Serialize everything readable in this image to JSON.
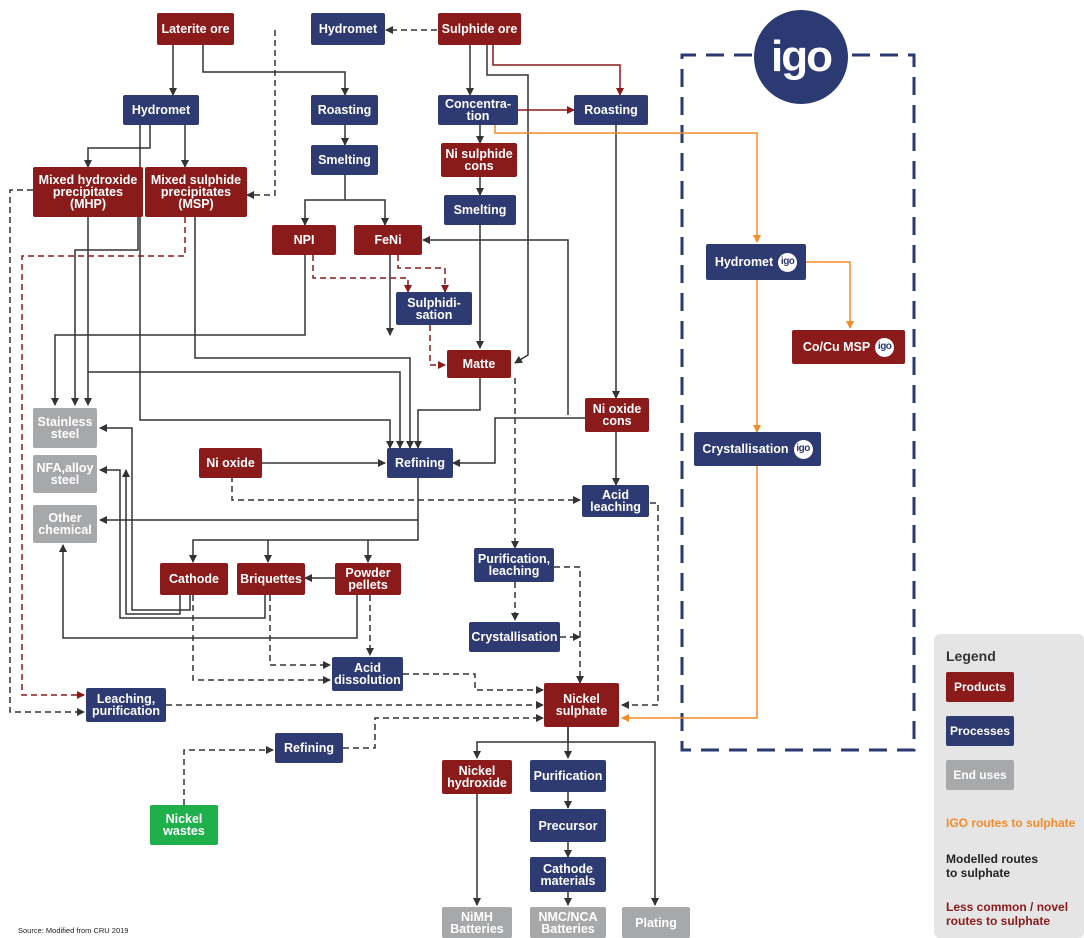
{
  "nodes": {
    "laterite_ore": "Laterite ore",
    "hydromet_top": "Hydromet",
    "sulphide_ore": "Sulphide ore",
    "hydromet_left": "Hydromet",
    "roasting_mid": "Roasting",
    "concentration": "Concentra-\ntion",
    "roasting_right": "Roasting",
    "smelting_mid": "Smelting",
    "ni_sulphide_cons": "Ni sulphide\ncons",
    "mhp": "Mixed hydroxide\nprecipitates\n(MHP)",
    "msp": "Mixed sulphide\nprecipitates\n(MSP)",
    "smelting_right": "Smelting",
    "npi": "NPI",
    "feni": "FeNi",
    "sulphidisation": "Sulphidi-\nsation",
    "matte": "Matte",
    "ni_oxide_cons": "Ni oxide\ncons",
    "stainless_steel": "Stainless\nsteel",
    "ni_oxide": "Ni oxide",
    "refining_mid": "Refining",
    "nfa_alloy_steel": "NFA,alloy\nsteel",
    "acid_leaching": "Acid\nleaching",
    "other_chemical": "Other\nchemical",
    "purification_leaching": "Purification,\nleaching",
    "cathode": "Cathode",
    "briquettes": "Briquettes",
    "powder_pellets": "Powder\npellets",
    "crystallisation_mid": "Crystallisation",
    "acid_dissolution": "Acid\ndissolution",
    "nickel_sulphate": "Nickel\nsulphate",
    "leaching_purification": "Leaching,\npurification",
    "refining_low": "Refining",
    "nickel_wastes": "Nickel\nwastes",
    "nickel_hydroxide": "Nickel\nhydroxide",
    "purification_low": "Purification",
    "precursor": "Precursor",
    "cathode_materials": "Cathode\nmaterials",
    "nimh_batteries": "NiMH\nBatteries",
    "nmc_nca_batteries": "NMC/NCA\nBatteries",
    "plating": "Plating",
    "igo_hydromet": "Hydromet",
    "igo_co_cu_msp": "Co/Cu MSP",
    "igo_crystallisation": "Crystallisation"
  },
  "igo": {
    "logo_text": "igo",
    "badge_text": "igo"
  },
  "legend": {
    "title": "Legend",
    "products": "Products",
    "processes": "Processes",
    "end_uses": "End uses",
    "igo_routes": "IGO routes to sulphate",
    "modelled_routes": "Modelled routes\nto sulphate",
    "novel_routes": "Less common / novel\nroutes to sulphate"
  },
  "source": "Source: Modified from CRU 2019",
  "colors": {
    "product": "#8b1a1a",
    "process": "#2e3a72",
    "end_use": "#a7a8aa",
    "waste": "#1fb04b",
    "igo_route": "#f28c28",
    "modelled_route": "#333333",
    "novel_route": "#8b1a1a",
    "igo_border": "#2b3a73",
    "legend_bg": "#e5e5e6"
  }
}
